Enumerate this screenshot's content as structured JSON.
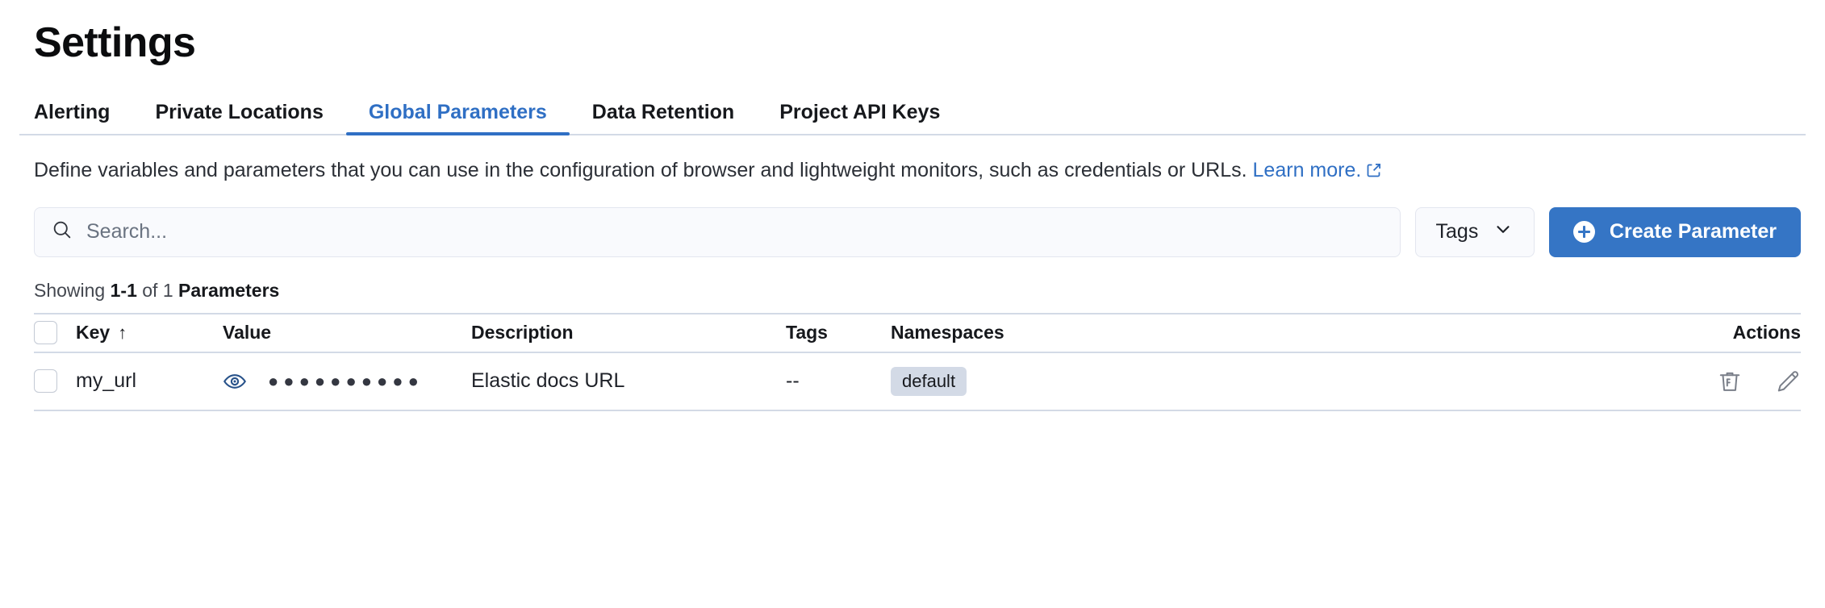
{
  "page": {
    "title": "Settings"
  },
  "tabs": [
    {
      "label": "Alerting",
      "active": false
    },
    {
      "label": "Private Locations",
      "active": false
    },
    {
      "label": "Global Parameters",
      "active": true
    },
    {
      "label": "Data Retention",
      "active": false
    },
    {
      "label": "Project API Keys",
      "active": false
    }
  ],
  "description": {
    "text": "Define variables and parameters that you can use in the configuration of browser and lightweight monitors, such as credentials or URLs.",
    "link_label": "Learn more.",
    "link_icon": "external-link-icon"
  },
  "controls": {
    "search": {
      "placeholder": "Search...",
      "value": "",
      "icon": "search-icon"
    },
    "tags_filter": {
      "label": "Tags",
      "icon": "chevron-down-icon"
    },
    "create_button": {
      "label": "Create Parameter",
      "icon": "plus-circle-icon"
    }
  },
  "results": {
    "prefix": "Showing ",
    "range": "1-1",
    "middle": " of 1 ",
    "entity": "Parameters"
  },
  "table": {
    "columns": [
      {
        "key": "select",
        "label": ""
      },
      {
        "key": "key",
        "label": "Key",
        "sort": "↑"
      },
      {
        "key": "value",
        "label": "Value"
      },
      {
        "key": "description",
        "label": "Description"
      },
      {
        "key": "tags",
        "label": "Tags"
      },
      {
        "key": "namespaces",
        "label": "Namespaces"
      },
      {
        "key": "actions",
        "label": "Actions"
      }
    ],
    "rows": [
      {
        "key": "my_url",
        "value_masked": "●●●●●●●●●●",
        "value_toggle_icon": "eye-icon",
        "description": "Elastic docs URL",
        "tags": "--",
        "namespaces": "default",
        "actions": [
          "trash-icon",
          "pencil-icon"
        ]
      }
    ]
  },
  "colors": {
    "accent": "#2f6fc4",
    "primary_button": "#3575c5",
    "badge_bg": "#d3dae6",
    "border": "#d3dae6",
    "eye_icon": "#28528a",
    "action_icon": "#7a7f89"
  }
}
